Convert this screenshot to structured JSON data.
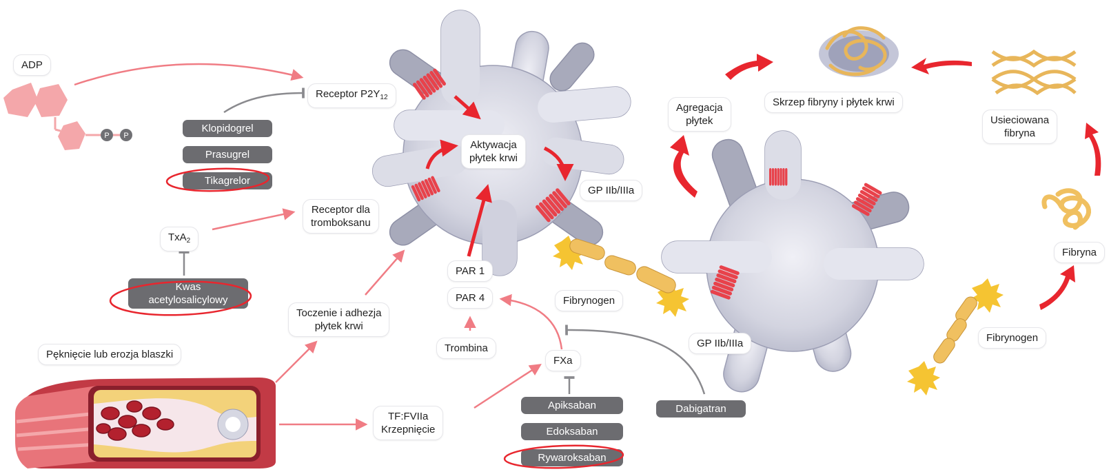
{
  "colors": {
    "platelet": "#d6d7e2",
    "platelet_shadow": "#a8aabb",
    "receptor": "#e8424b",
    "arrow_red": "#e8262e",
    "arrow_pink": "#f07c84",
    "drug_box": "#6c6c70",
    "fibrin": "#f0c060",
    "vessel": "#c23a45"
  },
  "labels": {
    "adp": "ADP",
    "phosphate_1": "P",
    "phosphate_2": "P",
    "receptor_p2y12": "Receptor P2Y",
    "receptor_p2y12_sub": "12",
    "txa2": "TxA",
    "txa2_sub": "2",
    "receptor_thromboxane_line1": "Receptor dla",
    "receptor_thromboxane_line2": "tromboksanu",
    "platelet_activation_line1": "Aktywacja",
    "platelet_activation_line2": "płytek krwi",
    "gp_iib_iiia_top": "GP IIb/IIIa",
    "gp_iib_iiia_bottom": "GP IIb/IIIa",
    "par1": "PAR 1",
    "par4": "PAR 4",
    "thrombin": "Trombina",
    "fxa": "FXa",
    "tf_fviia_line1": "TF:FVIIa",
    "tf_fviia_line2": "Krzepnięcie",
    "rolling_adhesion_line1": "Toczenie i adhezja",
    "rolling_adhesion_line2": "płytek krwi",
    "plaque_rupture": "Pęknięcie lub erozja blaszki",
    "fibrinogen_center": "Fibrynogen",
    "fibrinogen_right": "Fibrynogen",
    "aggregation_line1": "Agregacja",
    "aggregation_line2": "płytek",
    "clot": "Skrzep fibryny i płytek krwi",
    "crosslinked_fibrin_line1": "Usieciowana",
    "crosslinked_fibrin_line2": "fibryna",
    "fibrin": "Fibryna"
  },
  "drugs": {
    "clopidogrel": "Klopidogrel",
    "prasugrel": "Prasugrel",
    "ticagrelor": "Tikagrelor",
    "aspirin_line1": "Kwas",
    "aspirin_line2": "acetylosalicylowy",
    "apixaban": "Apiksaban",
    "edoxaban": "Edoksaban",
    "rivaroxaban": "Rywaroksaban",
    "dabigatran": "Dabigatran"
  }
}
